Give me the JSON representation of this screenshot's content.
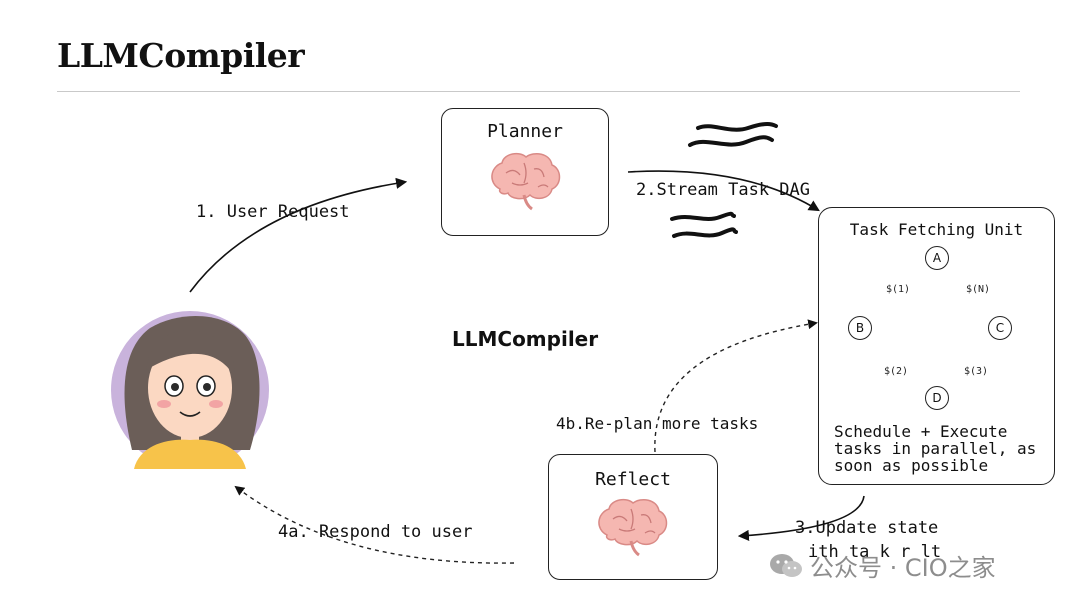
{
  "header": {
    "title": "LLMCompiler"
  },
  "diagram": {
    "center_label": "LLMCompiler",
    "planner": {
      "title": "Planner",
      "icon": "brain-icon"
    },
    "reflect": {
      "title": "Reflect",
      "icon": "brain-icon"
    },
    "task_fetching_unit": {
      "title": "Task Fetching Unit",
      "nodes": [
        "A",
        "B",
        "C",
        "D"
      ],
      "edge_labels": [
        "$(1)",
        "$(N)",
        "$(2)",
        "$(3)"
      ],
      "description": [
        "Schedule + Execute",
        "tasks in parallel, as",
        "soon as possible"
      ]
    },
    "steps": {
      "user_request": "1. User Request",
      "stream_dag": "2.Stream Task DAG",
      "update_state": "3.Update state",
      "update_state_2": "ith ta k r   lt",
      "replan": "4b.Re-plan more tasks",
      "respond": "4a. Respond to user"
    }
  },
  "watermark": {
    "text": "公众号 · CIO之家",
    "icon": "wechat-icon"
  }
}
